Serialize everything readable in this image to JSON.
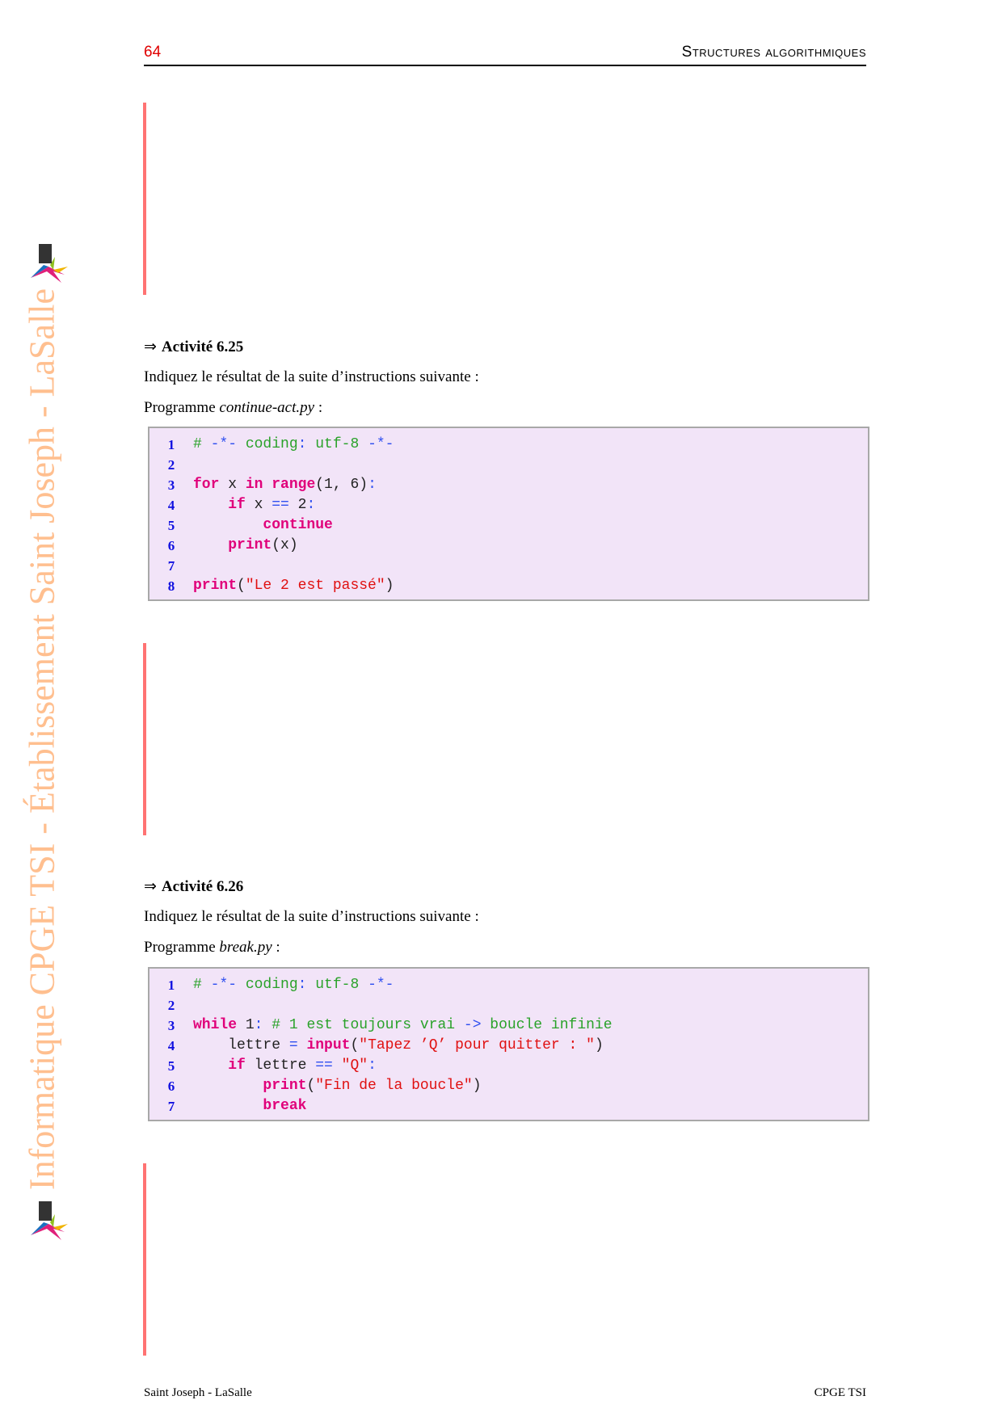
{
  "header": {
    "page_number": "64",
    "chapter_title": "Structures algorithmiques"
  },
  "watermark": "Informatique CPGE TSI - Établissement Saint Joseph - LaSalle",
  "activities": [
    {
      "arrow": "⇒",
      "title": "Activité 6.25",
      "instruction": "Indiquez le résultat de la suite d’instructions suivante :",
      "program_prefix": "Programme ",
      "program_name": "continue-act.py",
      "program_suffix": " :",
      "code": [
        {
          "n": "1",
          "tokens": [
            [
              "cm",
              "# "
            ],
            [
              "op",
              "-*-"
            ],
            [
              "cm",
              " coding"
            ],
            [
              "op",
              ":"
            ],
            [
              "cm",
              " utf-8 "
            ],
            [
              "op",
              "-*-"
            ]
          ]
        },
        {
          "n": "2",
          "tokens": []
        },
        {
          "n": "3",
          "tokens": [
            [
              "kw",
              "for"
            ],
            [
              "tx",
              " x "
            ],
            [
              "kw",
              "in"
            ],
            [
              "tx",
              " "
            ],
            [
              "kw",
              "range"
            ],
            [
              "tx",
              "(1, 6)"
            ],
            [
              "op",
              ":"
            ]
          ]
        },
        {
          "n": "4",
          "tokens": [
            [
              "tx",
              "    "
            ],
            [
              "kw",
              "if"
            ],
            [
              "tx",
              " x "
            ],
            [
              "op",
              "=="
            ],
            [
              "tx",
              " 2"
            ],
            [
              "op",
              ":"
            ]
          ]
        },
        {
          "n": "5",
          "tokens": [
            [
              "tx",
              "        "
            ],
            [
              "kw",
              "continue"
            ]
          ]
        },
        {
          "n": "6",
          "tokens": [
            [
              "tx",
              "    "
            ],
            [
              "kw",
              "print"
            ],
            [
              "tx",
              "(x)"
            ]
          ]
        },
        {
          "n": "7",
          "tokens": []
        },
        {
          "n": "8",
          "tokens": [
            [
              "kw",
              "print"
            ],
            [
              "tx",
              "("
            ],
            [
              "st",
              "\"Le 2 est passé\""
            ],
            [
              "tx",
              ")"
            ]
          ]
        }
      ]
    },
    {
      "arrow": "⇒",
      "title": "Activité 6.26",
      "instruction": "Indiquez le résultat de la suite d’instructions suivante :",
      "program_prefix": "Programme ",
      "program_name": "break.py",
      "program_suffix": " :",
      "code": [
        {
          "n": "1",
          "tokens": [
            [
              "cm",
              "# "
            ],
            [
              "op",
              "-*-"
            ],
            [
              "cm",
              " coding"
            ],
            [
              "op",
              ":"
            ],
            [
              "cm",
              " utf-8 "
            ],
            [
              "op",
              "-*-"
            ]
          ]
        },
        {
          "n": "2",
          "tokens": []
        },
        {
          "n": "3",
          "tokens": [
            [
              "kw",
              "while"
            ],
            [
              "tx",
              " 1"
            ],
            [
              "op",
              ":"
            ],
            [
              "cm",
              " # 1 est toujours vrai "
            ],
            [
              "op",
              "->"
            ],
            [
              "cm",
              " boucle infinie"
            ]
          ]
        },
        {
          "n": "4",
          "tokens": [
            [
              "tx",
              "    lettre "
            ],
            [
              "op",
              "="
            ],
            [
              "tx",
              " "
            ],
            [
              "kw",
              "input"
            ],
            [
              "tx",
              "("
            ],
            [
              "st",
              "\"Tapez ’Q’ pour quitter : \""
            ],
            [
              "tx",
              ")"
            ]
          ]
        },
        {
          "n": "5",
          "tokens": [
            [
              "tx",
              "    "
            ],
            [
              "kw",
              "if"
            ],
            [
              "tx",
              " lettre "
            ],
            [
              "op",
              "=="
            ],
            [
              "tx",
              " "
            ],
            [
              "st",
              "\"Q\""
            ],
            [
              "op",
              ":"
            ]
          ]
        },
        {
          "n": "6",
          "tokens": [
            [
              "tx",
              "        "
            ],
            [
              "kw",
              "print"
            ],
            [
              "tx",
              "("
            ],
            [
              "st",
              "\"Fin de la boucle\""
            ],
            [
              "tx",
              ")"
            ]
          ]
        },
        {
          "n": "7",
          "tokens": [
            [
              "tx",
              "        "
            ],
            [
              "kw",
              "break"
            ]
          ]
        }
      ]
    }
  ],
  "footer": {
    "left": "Saint Joseph - LaSalle",
    "right": "CPGE TSI"
  }
}
